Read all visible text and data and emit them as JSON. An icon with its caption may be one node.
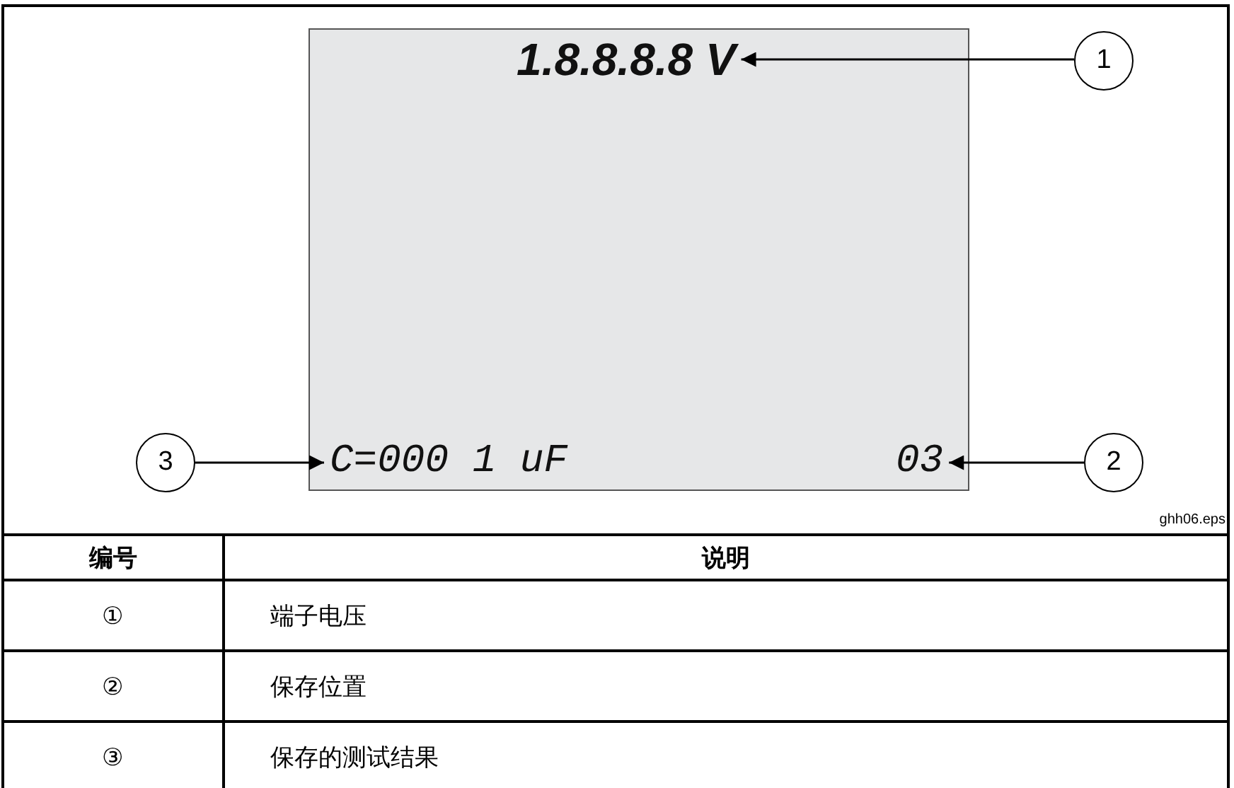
{
  "diagram": {
    "nodes": [
      {
        "text": [],
        "shape": "box"
      },
      {
        "text": [
          "1.8.8.8.8 V"
        ],
        "in": 0
      },
      {
        "text": [
          "C=000 1 uF"
        ],
        "in": 0
      },
      {
        "text": [
          "03"
        ],
        "in": 0
      },
      {
        "text": [
          "1"
        ]
      },
      {
        "text": [
          "2"
        ]
      },
      {
        "text": [
          "3"
        ]
      }
    ],
    "edges": [
      {
        "from": 4,
        "to": 1,
        "arrow": "to"
      },
      {
        "from": 5,
        "to": 3,
        "arrow": "to"
      },
      {
        "from": 6,
        "to": 2,
        "arrow": "to"
      }
    ],
    "labels": [
      "ghh06.eps",
      "编号",
      "说明",
      "①",
      "端子电压",
      "②",
      "保存位置",
      "③",
      "保存的测试结果"
    ]
  }
}
